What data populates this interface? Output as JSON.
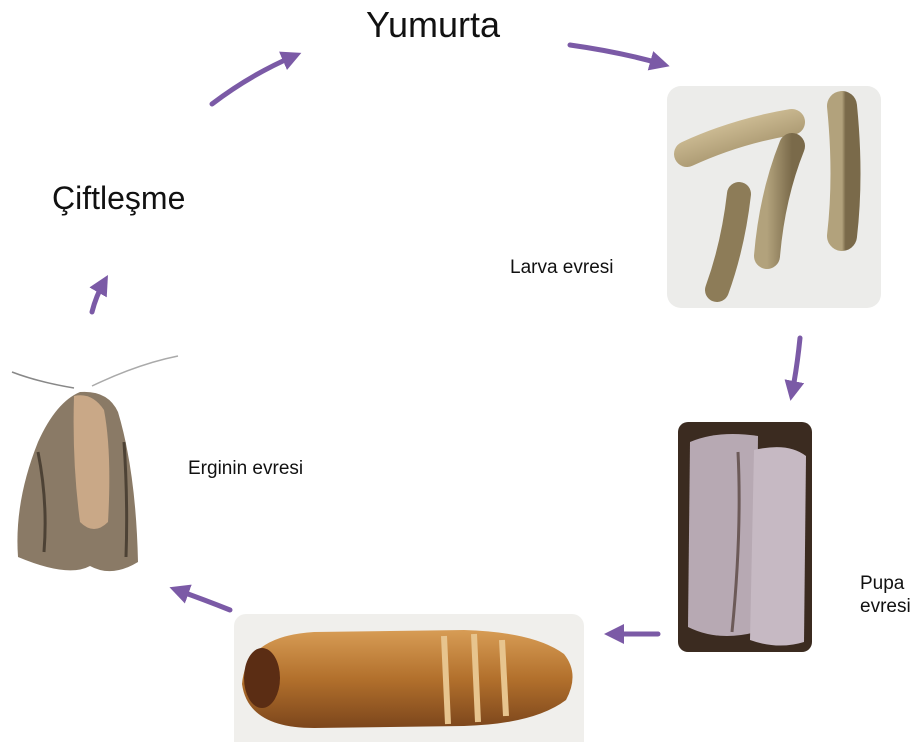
{
  "labels": {
    "egg": "Yumurta",
    "mating": "Çiftleşme",
    "larva": "Larva evresi",
    "adult": "Erginin evresi",
    "pupa_line1": "Pupa",
    "pupa_line2": "evresi"
  },
  "colors": {
    "arrow": "#7b5aa6",
    "background": "#ffffff"
  },
  "icons": [
    "arrow",
    "larvae-photo",
    "pupa-photo",
    "adult-moth-photo"
  ]
}
